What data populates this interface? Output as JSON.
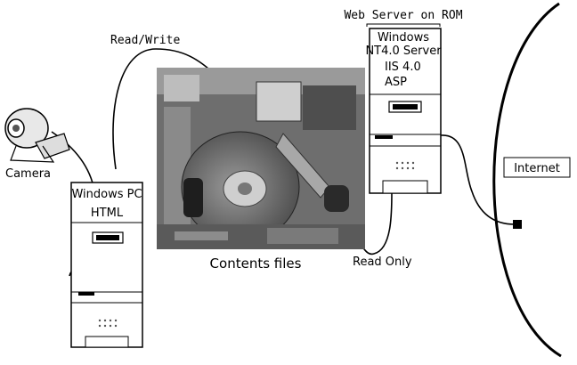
{
  "labels": {
    "camera": "Camera",
    "read_write": "Read/Write",
    "windows_pc": "Windows PC",
    "html": "HTML",
    "contents_files": "Contents files",
    "read_only": "Read Only",
    "web_server": "Web Server on ROM",
    "windows_nt_1": "Windows",
    "windows_nt_2": "NT4.0 Server",
    "iis": "IIS 4.0",
    "asp": "ASP",
    "internet": "Internet"
  },
  "colors": {
    "line": "#000000",
    "photo_dark": "#3c3c3c",
    "photo_mid": "#7a7a7a",
    "photo_light": "#c8c8c8"
  }
}
